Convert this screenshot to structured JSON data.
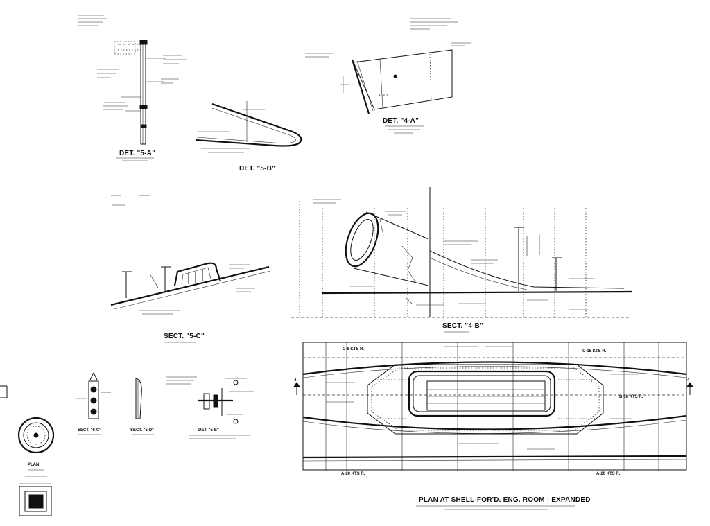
{
  "titles": {
    "det_5a": "DET. \"5-A\"",
    "det_5b": "DET. \"5-B\"",
    "det_4a": "DET. \"4-A\"",
    "sect_5c": "SECT. \"5-C\"",
    "sect_4b": "SECT. \"4-B\"",
    "sect_6c": "SECT. \"6-C\"",
    "sect_5d": "SECT. \"5-D\"",
    "det_5e": "DET. \"5-E\"",
    "plan_small": "PLAN",
    "plan_main": "PLAN AT SHELL-FOR'D. ENG. ROOM - EXPANDED"
  },
  "plan_labels": {
    "c6": "C-6 KTS R.",
    "c15": "C-15 KTS R.",
    "b16": "B-16 KTS R.",
    "a20_left": "A-20 KTS R.",
    "a20_right": "A-20 KTS R.",
    "section_marker": "4"
  },
  "det4a_radius": "17.5 R"
}
